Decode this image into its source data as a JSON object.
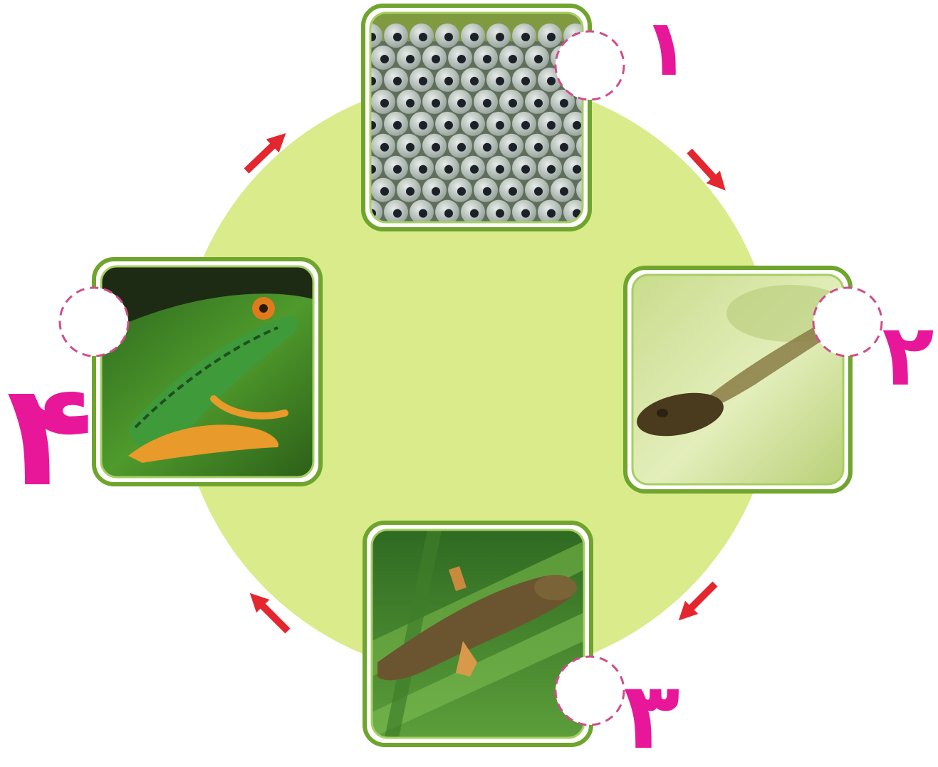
{
  "diagram": {
    "stage_labels": {
      "egg": "۱",
      "tadpole": "۲",
      "froglet": "۳",
      "adult": "۴"
    },
    "stages": [
      "frog-eggs",
      "tadpole",
      "froglet",
      "adult-frog"
    ],
    "colors": {
      "circle": "#d9eb8a",
      "frame": "#6fa52c",
      "arrow": "#e4262e",
      "handwriting": "#e8179a",
      "marker": "#d04d8d"
    }
  }
}
